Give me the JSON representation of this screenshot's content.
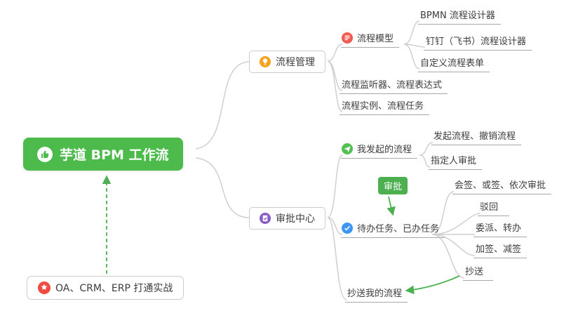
{
  "root": {
    "label": "芋道 BPM 工作流"
  },
  "badge": {
    "label": "审批"
  },
  "nodes": {
    "process_mgmt": "流程管理",
    "process_model": "流程模型",
    "bpmn_designer": "BPMN 流程设计器",
    "dingtalk_designer": "钉钉（飞书）流程设计器",
    "custom_form": "自定义流程表单",
    "listener_expr": "流程监听器、流程表达式",
    "instance_task": "流程实例、流程任务",
    "approval_center": "审批中心",
    "my_initiated": "我发起的流程",
    "initiate_cancel": "发起流程、撤销流程",
    "assignee_approval": "指定人审批",
    "todo_done": "待办任务、已办任务",
    "countersign": "会签、或签、依次审批",
    "reject": "驳回",
    "delegate_transfer": "委派、转办",
    "add_remove_sign": "加签、减签",
    "cc": "抄送",
    "cc_my_process": "抄送我的流程",
    "oa_note": "OA、CRM、ERP 打通实战"
  },
  "colors": {
    "root_bg": "#4CBB4C",
    "badge_bg": "#4CAF50",
    "arrow_green": "#4CAF50",
    "connector": "#CFCFCF",
    "underline": "#A8A8A8",
    "text": "#3D3D3D",
    "icon_orange": "#F9A11B",
    "icon_red": "#F25B50",
    "icon_green": "#53C053",
    "icon_blue": "#3E97F5",
    "icon_purple": "#8B5CC9",
    "icon_star_red": "#F04A43",
    "box_border": "#CCCCCC"
  }
}
